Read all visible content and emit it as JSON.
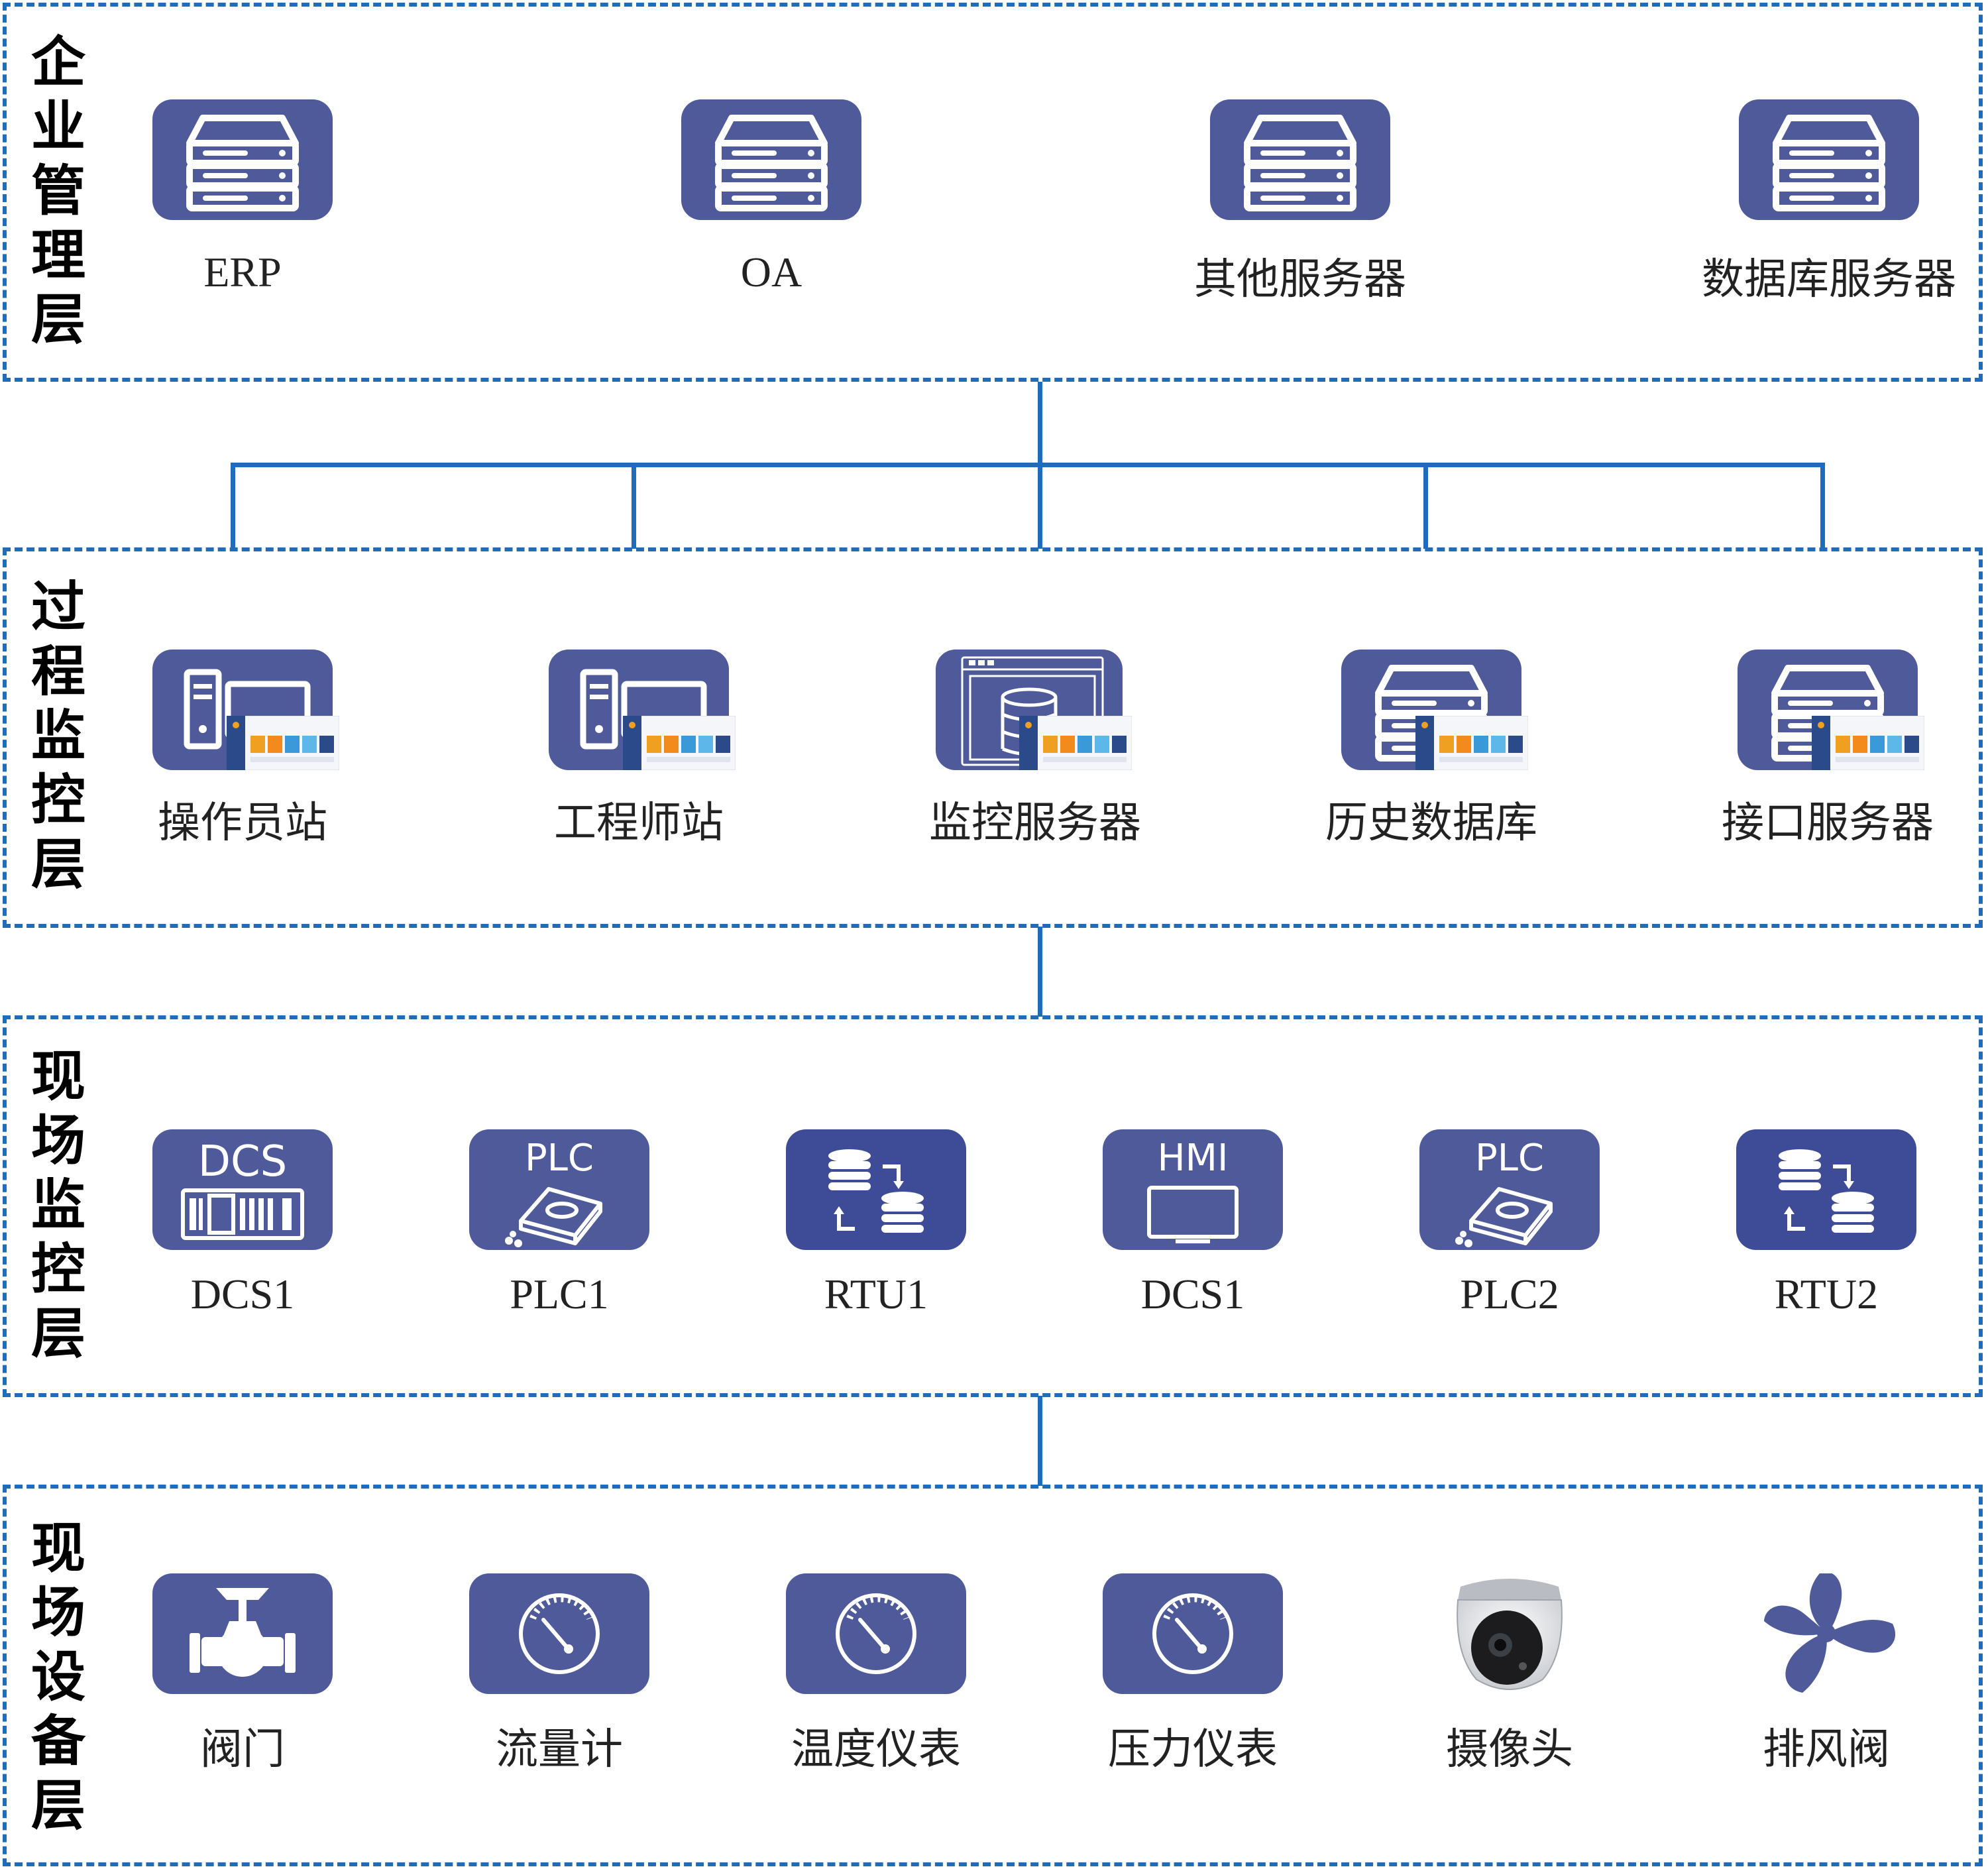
{
  "layers": {
    "enterprise": {
      "title_chars": [
        "企",
        "业",
        "管",
        "理",
        "层"
      ],
      "nodes": [
        {
          "label": "ERP",
          "icon": "server-icon"
        },
        {
          "label": "OA",
          "icon": "server-icon"
        },
        {
          "label": "其他服务器",
          "icon": "server-icon"
        },
        {
          "label": "数据库服务器",
          "icon": "server-icon"
        }
      ]
    },
    "process": {
      "title_chars": [
        "过",
        "程",
        "监",
        "控",
        "层"
      ],
      "nodes": [
        {
          "label": "操作员站",
          "icon": "workstation-icon"
        },
        {
          "label": "工程师站",
          "icon": "workstation-icon"
        },
        {
          "label": "监控服务器",
          "icon": "database-window-icon"
        },
        {
          "label": "历史数据库",
          "icon": "server-icon"
        },
        {
          "label": "接口服务器",
          "icon": "server-icon"
        }
      ]
    },
    "field_monitor": {
      "title_chars": [
        "现",
        "场",
        "监",
        "控",
        "层"
      ],
      "nodes": [
        {
          "label": "DCS1",
          "icon": "dcs-icon",
          "tile_text": "DCS"
        },
        {
          "label": "PLC1",
          "icon": "plc-icon",
          "tile_text": "PLC"
        },
        {
          "label": "RTU1",
          "icon": "rtu-icon"
        },
        {
          "label": "DCS1",
          "icon": "hmi-icon",
          "tile_text": "HMI"
        },
        {
          "label": "PLC2",
          "icon": "plc-icon",
          "tile_text": "PLC"
        },
        {
          "label": "RTU2",
          "icon": "rtu-icon"
        }
      ]
    },
    "field_devices": {
      "title_chars": [
        "现",
        "场",
        "设",
        "备",
        "层"
      ],
      "nodes": [
        {
          "label": "阀门",
          "icon": "valve-icon"
        },
        {
          "label": "流量计",
          "icon": "gauge-icon"
        },
        {
          "label": "温度仪表",
          "icon": "gauge-icon"
        },
        {
          "label": "压力仪表",
          "icon": "gauge-icon"
        },
        {
          "label": "摄像头",
          "icon": "camera-icon"
        },
        {
          "label": "排风阀",
          "icon": "fan-icon"
        }
      ]
    }
  },
  "colors": {
    "border": "#1f6cbc",
    "tile": "#4e5a9a",
    "tile_dark": "#3e4c98",
    "text": "#222222"
  }
}
